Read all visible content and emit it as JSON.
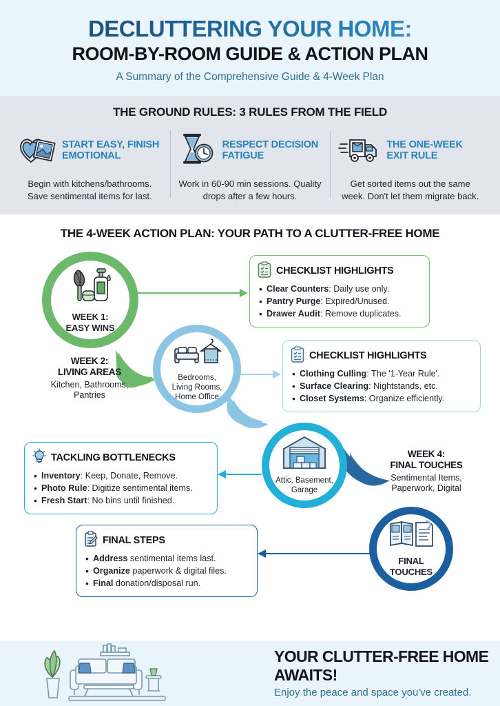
{
  "header": {
    "title_line1": "DECLUTTERING YOUR HOME:",
    "title_line2": "ROOM-BY-ROOM GUIDE & ACTION PLAN",
    "subtitle": "A Summary of the Comprehensive Guide & 4-Week Plan"
  },
  "ground_rules": {
    "section_title": "THE GROUND RULES: 3 RULES FROM THE FIELD",
    "rules": [
      {
        "icon": "heart-photo-icon",
        "label": "START EASY, FINISH EMOTIONAL",
        "desc": "Begin with kitchens/bathrooms. Save sentimental items for last."
      },
      {
        "icon": "hourglass-clock-icon",
        "label": "RESPECT DECISION FATIGUE",
        "desc": "Work in 60-90 min sessions. Quality drops after a few hours."
      },
      {
        "icon": "moving-truck-icon",
        "label": "THE ONE-WEEK EXIT RULE",
        "desc": "Get sorted items out the same week. Don't let them migrate back."
      }
    ]
  },
  "plan": {
    "section_title": "THE 4-WEEK ACTION PLAN: YOUR PATH TO A CLUTTER-FREE HOME",
    "nodes": [
      {
        "id": "week1",
        "icon": "whisk-cleaning-bottle-icon",
        "caption_bold": "WEEK 1:",
        "caption_bold2": "EASY WINS",
        "ring_color": "#6cb96c"
      },
      {
        "id": "week2",
        "icon": "bed-hanger-icon",
        "caption": "Bedrooms,\nLiving Rooms,\nHome Office",
        "ring_color": "#8cc4e3"
      },
      {
        "id": "week3",
        "icon": "garage-boxes-icon",
        "caption": "Attic, Basement,\nGarage",
        "ring_color": "#23b0d8"
      },
      {
        "id": "week4",
        "icon": "photo-album-document-icon",
        "caption_bold": "FINAL",
        "caption_bold2": "TOUCHES",
        "ring_color": "#1c5f9e"
      }
    ],
    "labels": [
      {
        "id": "week2-label",
        "title": "WEEK 2:\nLIVING AREAS",
        "sub": "Kitchen, Bathrooms,\nPantries"
      },
      {
        "id": "week4-label",
        "title": "WEEK 4:\nFINAL TOUCHES",
        "sub": "Sentimental Items,\nPaperwork, Digital"
      }
    ],
    "cards": [
      {
        "id": "week1-card",
        "icon": "clipboard-checklist-icon",
        "title": "CHECKLIST HIGHLIGHTS",
        "border_color": "#7cb87c",
        "items": [
          {
            "bold": "Clear Counters",
            "rest": ": Daily use only."
          },
          {
            "bold": "Pantry Purge",
            "rest": ": Expired/Unused."
          },
          {
            "bold": "Drawer Audit",
            "rest": ": Remove duplicates."
          }
        ]
      },
      {
        "id": "week2-card",
        "icon": "clipboard-checklist-icon",
        "title": "CHECKLIST HIGHLIGHTS",
        "border_color": "#a9cfe6",
        "items": [
          {
            "bold": "Clothing Culling",
            "rest": ": The '1-Year Rule'."
          },
          {
            "bold": "Surface Clearing",
            "rest": ": Nightstands, etc."
          },
          {
            "bold": "Closet Systems",
            "rest": ": Organize efficiently."
          }
        ]
      },
      {
        "id": "week3-card",
        "icon": "lightbulb-icon",
        "title": "TACKLING BOTTLENECKS",
        "border_color": "#23b0d8",
        "items": [
          {
            "bold": "Inventory",
            "rest": ": Keep, Donate, Remove."
          },
          {
            "bold": "Photo Rule",
            "rest": ": Digitize sentimental items."
          },
          {
            "bold": "Fresh Start",
            "rest": ": No bins until finished."
          }
        ]
      },
      {
        "id": "week4-card",
        "icon": "clipboard-pencil-icon",
        "title": "FINAL STEPS",
        "border_color": "#1c5f9e",
        "items": [
          {
            "bold": "Address",
            "rest": " sentimental items last."
          },
          {
            "bold": "Organize",
            "rest": " paperwork & digital files."
          },
          {
            "bold": "Final",
            "rest": " donation/disposal run."
          }
        ]
      }
    ]
  },
  "footer": {
    "icon": "living-room-sofa-plant-icon",
    "title": "YOUR CLUTTER-FREE HOME AWAITS!",
    "subtitle": "Enjoy the peace and space you've created."
  }
}
